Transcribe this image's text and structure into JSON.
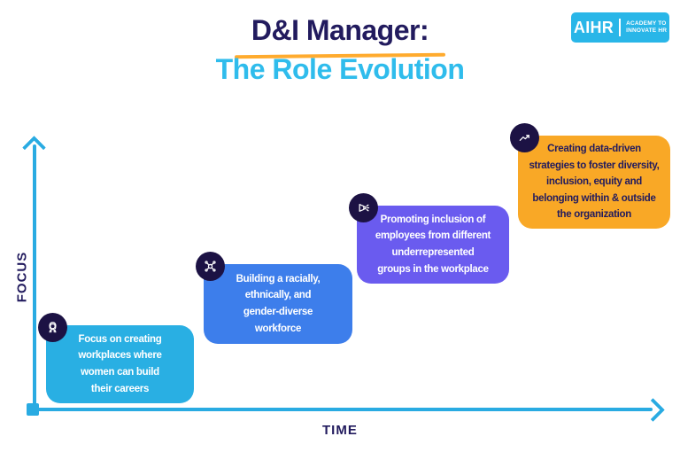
{
  "header": {
    "title_line1": "D&I Manager:",
    "title_line2": "The Role Evolution",
    "title_line1_color": "#221B5E",
    "title_line2_color": "#2FBCEC",
    "underline_color": "#FFAB2E"
  },
  "logo": {
    "brand": "AIHR",
    "tagline": "ACADEMY TO\nINNOVATE HR",
    "background": "#29B6E8",
    "text_color": "#FFFFFF"
  },
  "axes": {
    "y_label": "FOCUS",
    "x_label": "TIME",
    "axis_color": "#29ABE2",
    "label_color": "#221B5E"
  },
  "steps": [
    {
      "icon": "woman-icon",
      "text": "Focus on creating\nworkplaces where\nwomen can build\ntheir careers",
      "background": "#29AFE3",
      "text_color": "#FFFFFF"
    },
    {
      "icon": "diversity-network-icon",
      "text": "Building a racially,\nethnically, and\ngender-diverse\nworkforce",
      "background": "#3D7EEB",
      "text_color": "#FFFFFF"
    },
    {
      "icon": "megaphone-icon",
      "text": "Promoting inclusion of\nemployees from different\nunderrepresented\ngroups in the workplace",
      "background": "#6A5BEF",
      "text_color": "#FFFFFF"
    },
    {
      "icon": "trend-up-icon",
      "text": "Creating data-driven\nstrategies to foster diversity,\ninclusion, equity and\nbelonging within & outside\nthe organization",
      "background": "#F9A826",
      "text_color": "#221B5E"
    }
  ],
  "icon_badge_color": "#1C1244"
}
